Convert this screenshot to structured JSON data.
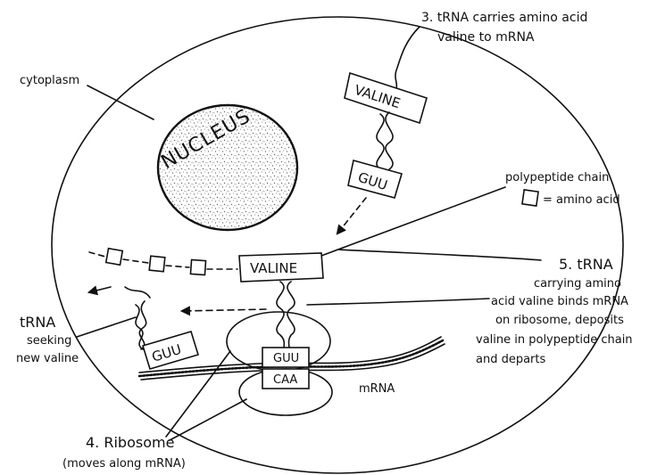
{
  "labels": {
    "cytoplasm": "cytoplasm",
    "nucleus": "NUCLEUS",
    "step3_line1": "3. tRNA carries amino acid",
    "step3_line2": "valine to mRNA",
    "polypeptide": "polypeptide chain",
    "amino_acid_key": "= amino acid",
    "step5_title": "5. tRNA",
    "step5_line1": "carrying amino",
    "step5_line2": "acid valine binds mRNA",
    "step5_line3": "on ribosome, deposits",
    "step5_line4": "valine in polypeptide chain",
    "step5_line5": "and departs",
    "trna_seek_1": "tRNA",
    "trna_seek_2": "seeking",
    "trna_seek_3": "new valine",
    "mrna": "mRNA",
    "step4_line1": "4. Ribosome",
    "step4_line2": "(moves along mRNA)"
  },
  "tags": {
    "valine_top": "VALINE",
    "guu_top": "GUU",
    "valine_mid": "VALINE",
    "guu_left": "GUU",
    "guu_ribosome": "GUU",
    "caa_ribosome": "CAA"
  }
}
